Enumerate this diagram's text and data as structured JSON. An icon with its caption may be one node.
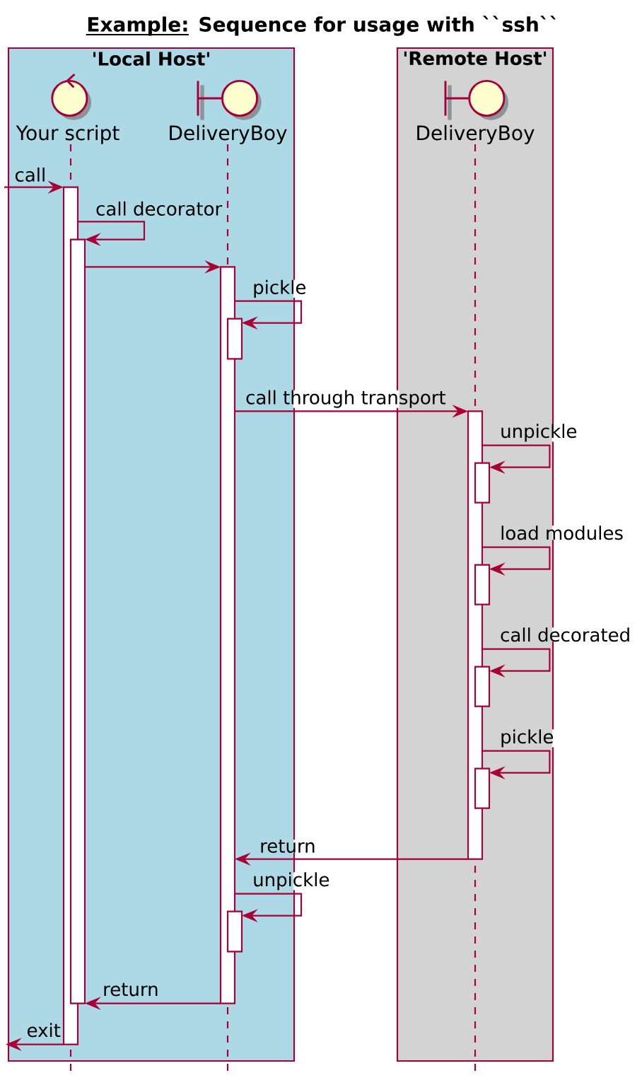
{
  "diagram": {
    "title": "Example: Sequence for usage with ``ssh``",
    "nodes": [
      {
        "text": [
          "'Local Host'"
        ]
      },
      {
        "text": [
          "Your script"
        ],
        "in": 0
      },
      {
        "text": [
          "DeliveryBoy"
        ],
        "in": 0
      },
      {
        "text": [
          "'Remote Host'"
        ]
      },
      {
        "text": [
          "DeliveryBoy"
        ],
        "in": 3
      },
      {
        "text": [],
        "shape": "bar",
        "in": 0
      },
      {
        "text": [],
        "shape": "bar",
        "in": 0
      },
      {
        "text": [],
        "shape": "bar",
        "in": 0
      },
      {
        "text": [],
        "shape": "bar",
        "in": 0
      },
      {
        "text": [],
        "shape": "bar",
        "in": 3
      },
      {
        "text": [],
        "shape": "bar",
        "in": 3
      },
      {
        "text": [],
        "shape": "bar",
        "in": 3
      },
      {
        "text": [],
        "shape": "bar",
        "in": 3
      },
      {
        "text": [],
        "shape": "bar",
        "in": 3
      },
      {
        "text": [],
        "shape": "bar",
        "in": 0
      }
    ],
    "edges": [
      {
        "from": null,
        "to": 5,
        "arrow": "to",
        "label": "call"
      },
      {
        "from": 5,
        "to": 6,
        "arrow": "to",
        "label": "call decorator"
      },
      {
        "from": 6,
        "to": 7,
        "arrow": "to"
      },
      {
        "from": 7,
        "to": 8,
        "arrow": "to",
        "label": "pickle"
      },
      {
        "from": 7,
        "to": 9,
        "arrow": "to",
        "label": "call through transport"
      },
      {
        "from": 9,
        "to": 10,
        "arrow": "to",
        "label": "unpickle"
      },
      {
        "from": 9,
        "to": 11,
        "arrow": "to",
        "label": "load modules"
      },
      {
        "from": 9,
        "to": 12,
        "arrow": "to",
        "label": "call decorated"
      },
      {
        "from": 9,
        "to": 13,
        "arrow": "to",
        "label": "pickle"
      },
      {
        "from": 9,
        "to": 7,
        "arrow": "to",
        "label": "return"
      },
      {
        "from": 7,
        "to": 14,
        "arrow": "to",
        "label": "unpickle"
      },
      {
        "from": 7,
        "to": 6,
        "arrow": "to",
        "label": "return"
      },
      {
        "from": 5,
        "to": null,
        "arrow": "to",
        "label": "exit"
      }
    ]
  }
}
